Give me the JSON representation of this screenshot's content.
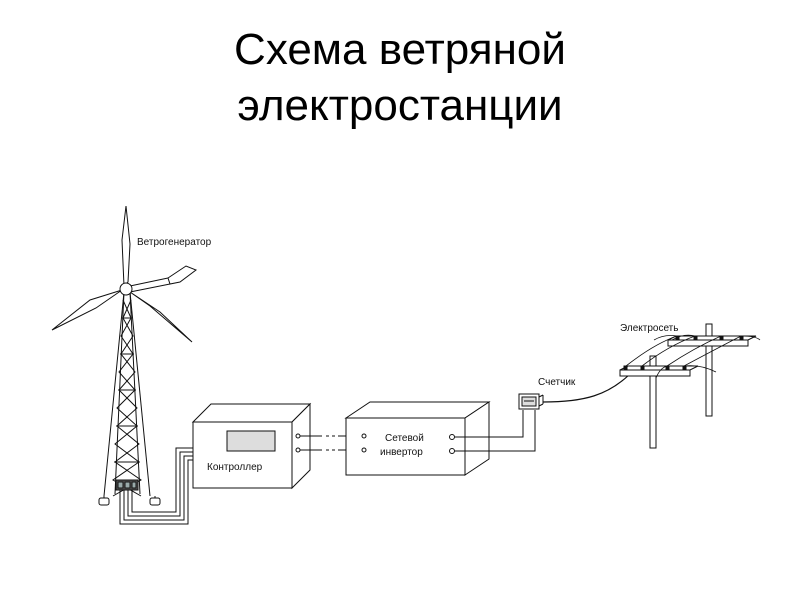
{
  "slide": {
    "title_line1": "Схема ветряной",
    "title_line2": "электростанции"
  },
  "diagram": {
    "labels": {
      "wind_generator": "Ветрогенератор",
      "controller": "Контроллер",
      "inverter_line1": "Сетевой",
      "inverter_line2": "инвертор",
      "meter": "Счетчик",
      "power_grid": "Электросеть"
    },
    "colors": {
      "stroke": "#111111",
      "box_fill": "#ffffff"
    }
  }
}
